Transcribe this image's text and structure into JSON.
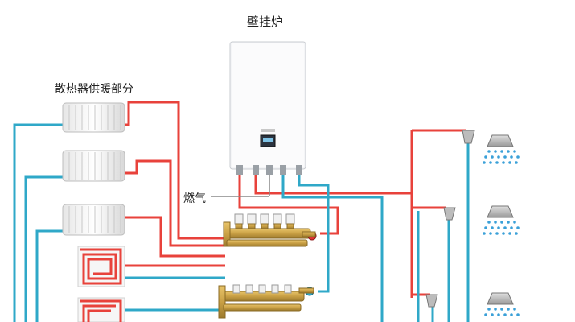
{
  "diagram": {
    "title": "壁挂炉",
    "radiator_section_label": "散热器供暖部分",
    "gas_label": "燃气"
  },
  "colors": {
    "supply_pipe": "#e8423b",
    "return_pipe": "#2fa8c8",
    "boiler_body": "#f4f5f7",
    "brass": "#c9a045",
    "shower_water": "#3aa0d8"
  },
  "components": {
    "boiler": "boiler-icon",
    "radiators": 3,
    "floor_heating_loops": 2,
    "manifolds": 2,
    "shower_heads": 3
  }
}
